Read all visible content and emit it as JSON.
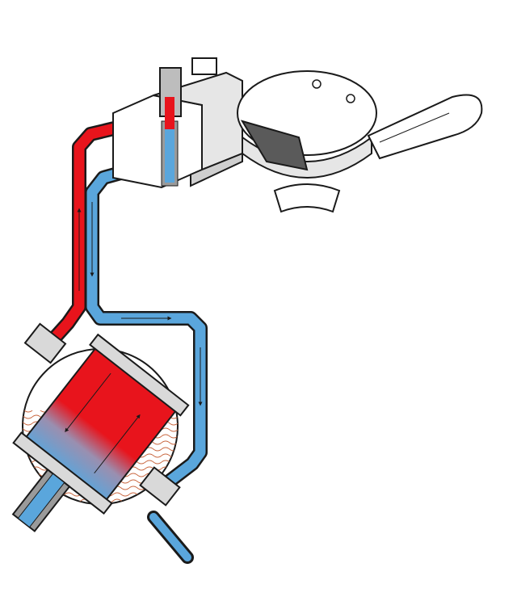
{
  "diagram": {
    "colors": {
      "hot": "#e8141c",
      "cold": "#5aa6dc",
      "outline": "#1a1a1a",
      "steel": "#9a9a9a",
      "water": "#d0805a",
      "background": "#ffffff"
    },
    "parts": [
      "hot-water-pipe",
      "cold-water-pipe",
      "group-head-block",
      "portafilter-handle",
      "heat-exchanger",
      "boiler-circle"
    ]
  }
}
